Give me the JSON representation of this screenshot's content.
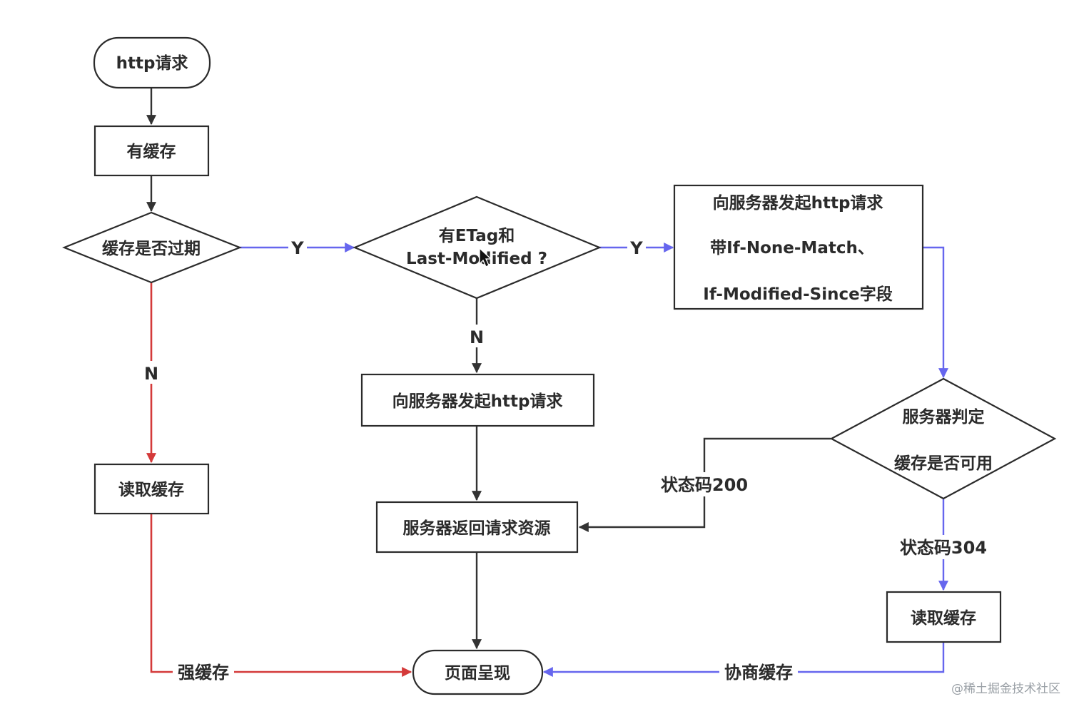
{
  "nodes": {
    "start": "http请求",
    "has_cache": "有缓存",
    "expired_q": "缓存是否过期",
    "etag_q": [
      "有ETag和",
      "Last-Modified ?"
    ],
    "cond_request": [
      "向服务器发起http请求",
      "带If-None-Match、",
      "If-Modified-Since字段"
    ],
    "plain_request": "向服务器发起http请求",
    "server_decides": [
      "服务器判定",
      "缓存是否可用"
    ],
    "read_cache_left": "读取缓存",
    "server_returns": "服务器返回请求资源",
    "read_cache_right": "读取缓存",
    "render": "页面呈现"
  },
  "edges": {
    "expired_yes": "Y",
    "etag_yes": "Y",
    "etag_no": "N",
    "expired_no": "N",
    "status_200": "状态码200",
    "status_304": "状态码304",
    "strong_cache": "强缓存",
    "negotiated_cache": "协商缓存"
  },
  "watermark": "@稀土掘金技术社区",
  "colors": {
    "black_flow": "#333333",
    "yes_flow_blue": "#6666ee",
    "no_flow_red": "#d43a3a"
  }
}
